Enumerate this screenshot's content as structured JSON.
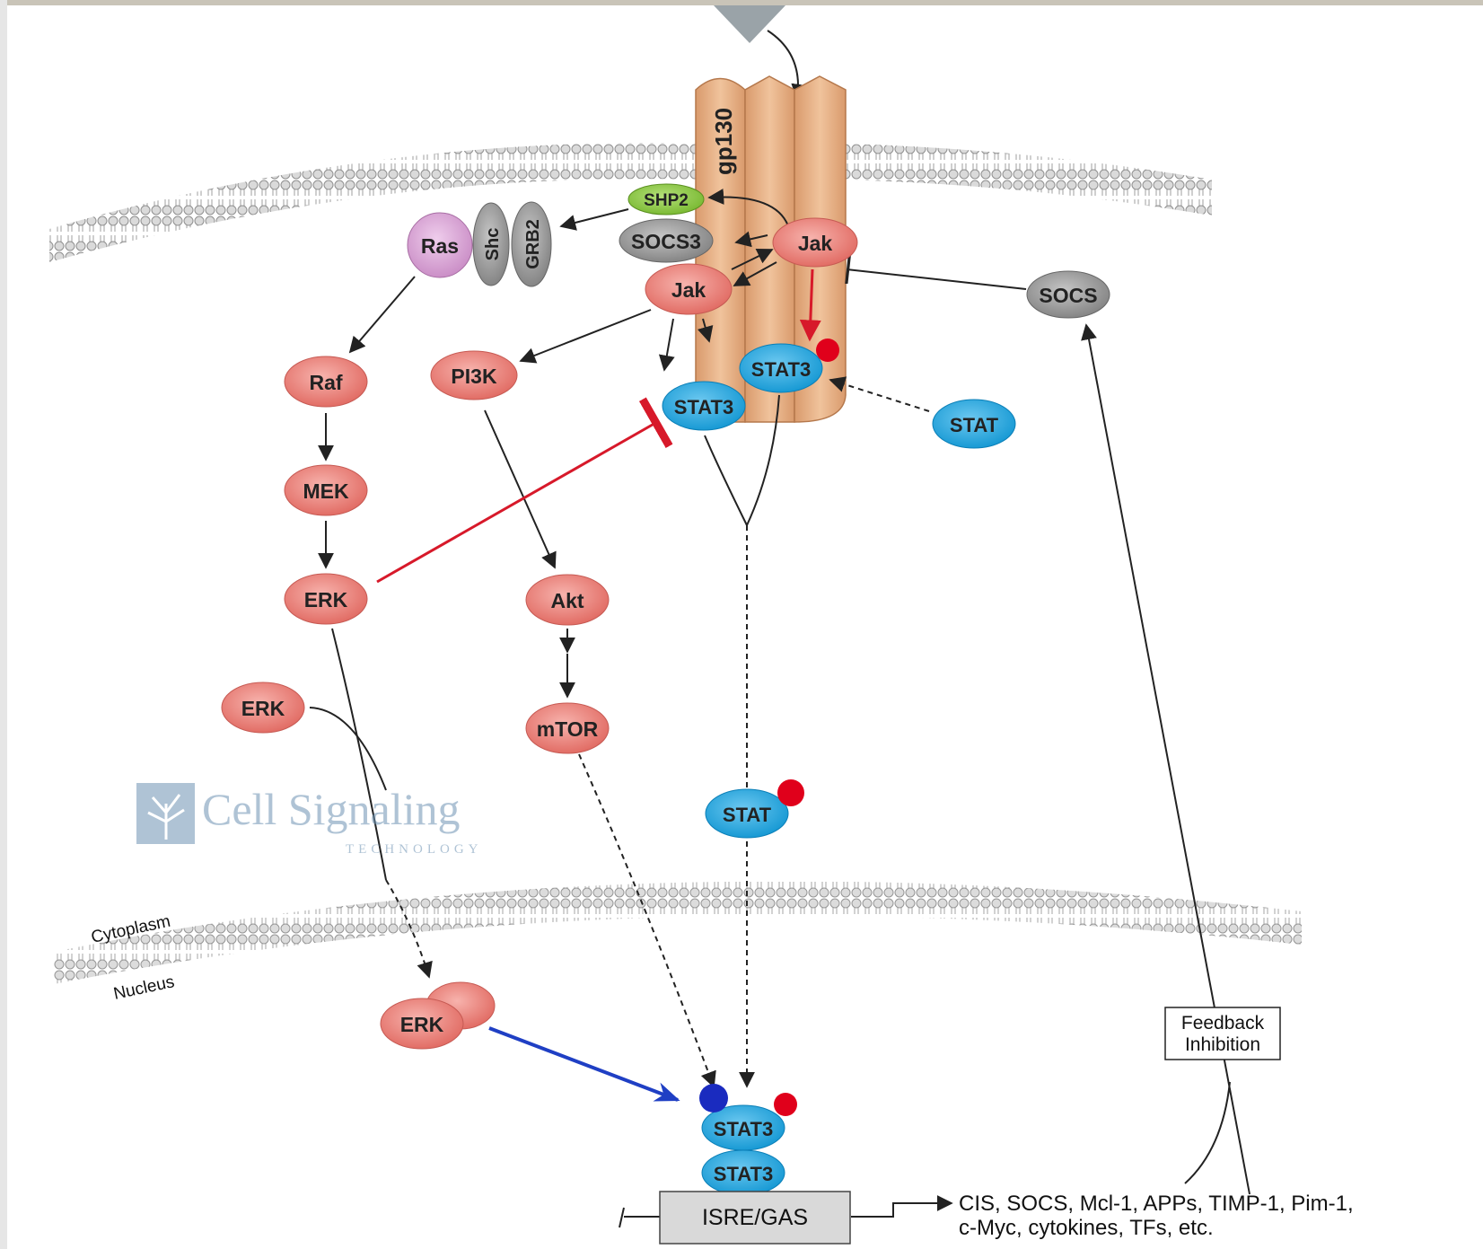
{
  "nodes": {
    "gp130": "gp130",
    "shp2": "SHP2",
    "socs3": "SOCS3",
    "jak_left": "Jak",
    "jak_right": "Jak",
    "ras": "Ras",
    "shc": "Shc",
    "grb2": "GRB2",
    "raf": "Raf",
    "mek": "MEK",
    "erk_1": "ERK",
    "erk_2": "ERK",
    "erk_nucleus": "ERK",
    "pi3k": "PI3K",
    "akt": "Akt",
    "mtor": "mTOR",
    "stat3_left": "STAT3",
    "stat3_right": "STAT3",
    "stat_right": "STAT",
    "stat_cyto": "STAT",
    "socs": "SOCS",
    "stat3_dimer_top": "STAT3",
    "stat3_dimer_bottom": "STAT3",
    "isre_gas": "ISRE/GAS"
  },
  "labels": {
    "cytoplasm": "Cytoplasm",
    "nucleus": "Nucleus",
    "feedback_line1": "Feedback",
    "feedback_line2": "Inhibition",
    "targets_line1": "CIS, SOCS, Mcl-1, APPs, TIMP-1, Pim-1,",
    "targets_line2": "c-Myc, cytokines, TFs, etc."
  },
  "watermark": {
    "name": "Cell Signaling",
    "sub": "TECHNOLOGY"
  },
  "colors": {
    "kinase_fill": "#f08c84",
    "stat_fill": "#29a8e0",
    "adaptor_gray": "#9a9a9a",
    "shp2_green": "#8dc63f",
    "ras_purple": "#d9a3d6",
    "receptor": "#e8b48c",
    "inhibit_red": "#d7192a",
    "activate_blue": "#1f3fc4",
    "phospho_red": "#e0001b",
    "phospho_blue": "#1a2bbf"
  }
}
